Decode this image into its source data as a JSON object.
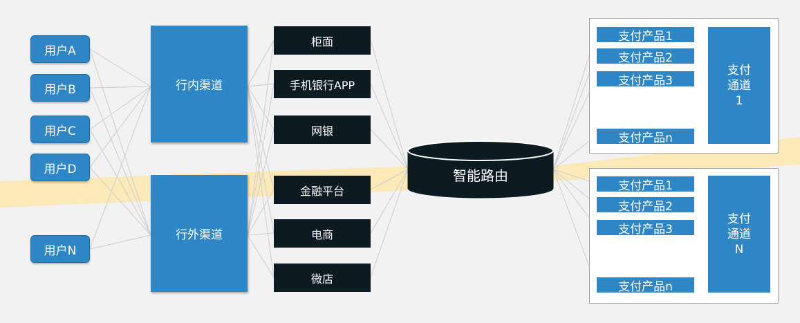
{
  "users": [
    "用户A",
    "用户B",
    "用户C",
    "用户D",
    "用户N"
  ],
  "channels": [
    "行内渠道",
    "行外渠道"
  ],
  "terminals": [
    "柜面",
    "手机银行APP",
    "网银",
    "金融平台",
    "电商",
    "微店"
  ],
  "router": "智能路由",
  "payment_groups": [
    {
      "products": [
        "支付产品1",
        "支付产品2",
        "支付产品3",
        "支付产品n"
      ],
      "channel_lines": [
        "支付",
        "通道",
        "1"
      ]
    },
    {
      "products": [
        "支付产品1",
        "支付产品2",
        "支付产品3",
        "支付产品n"
      ],
      "channel_lines": [
        "支付",
        "通道",
        "N"
      ]
    }
  ],
  "colors": {
    "box_blue": "#2f86c5",
    "terminal_dark": "#0c1a22",
    "highlight": "#fbe9b8",
    "connector": "#cfcfcf"
  }
}
